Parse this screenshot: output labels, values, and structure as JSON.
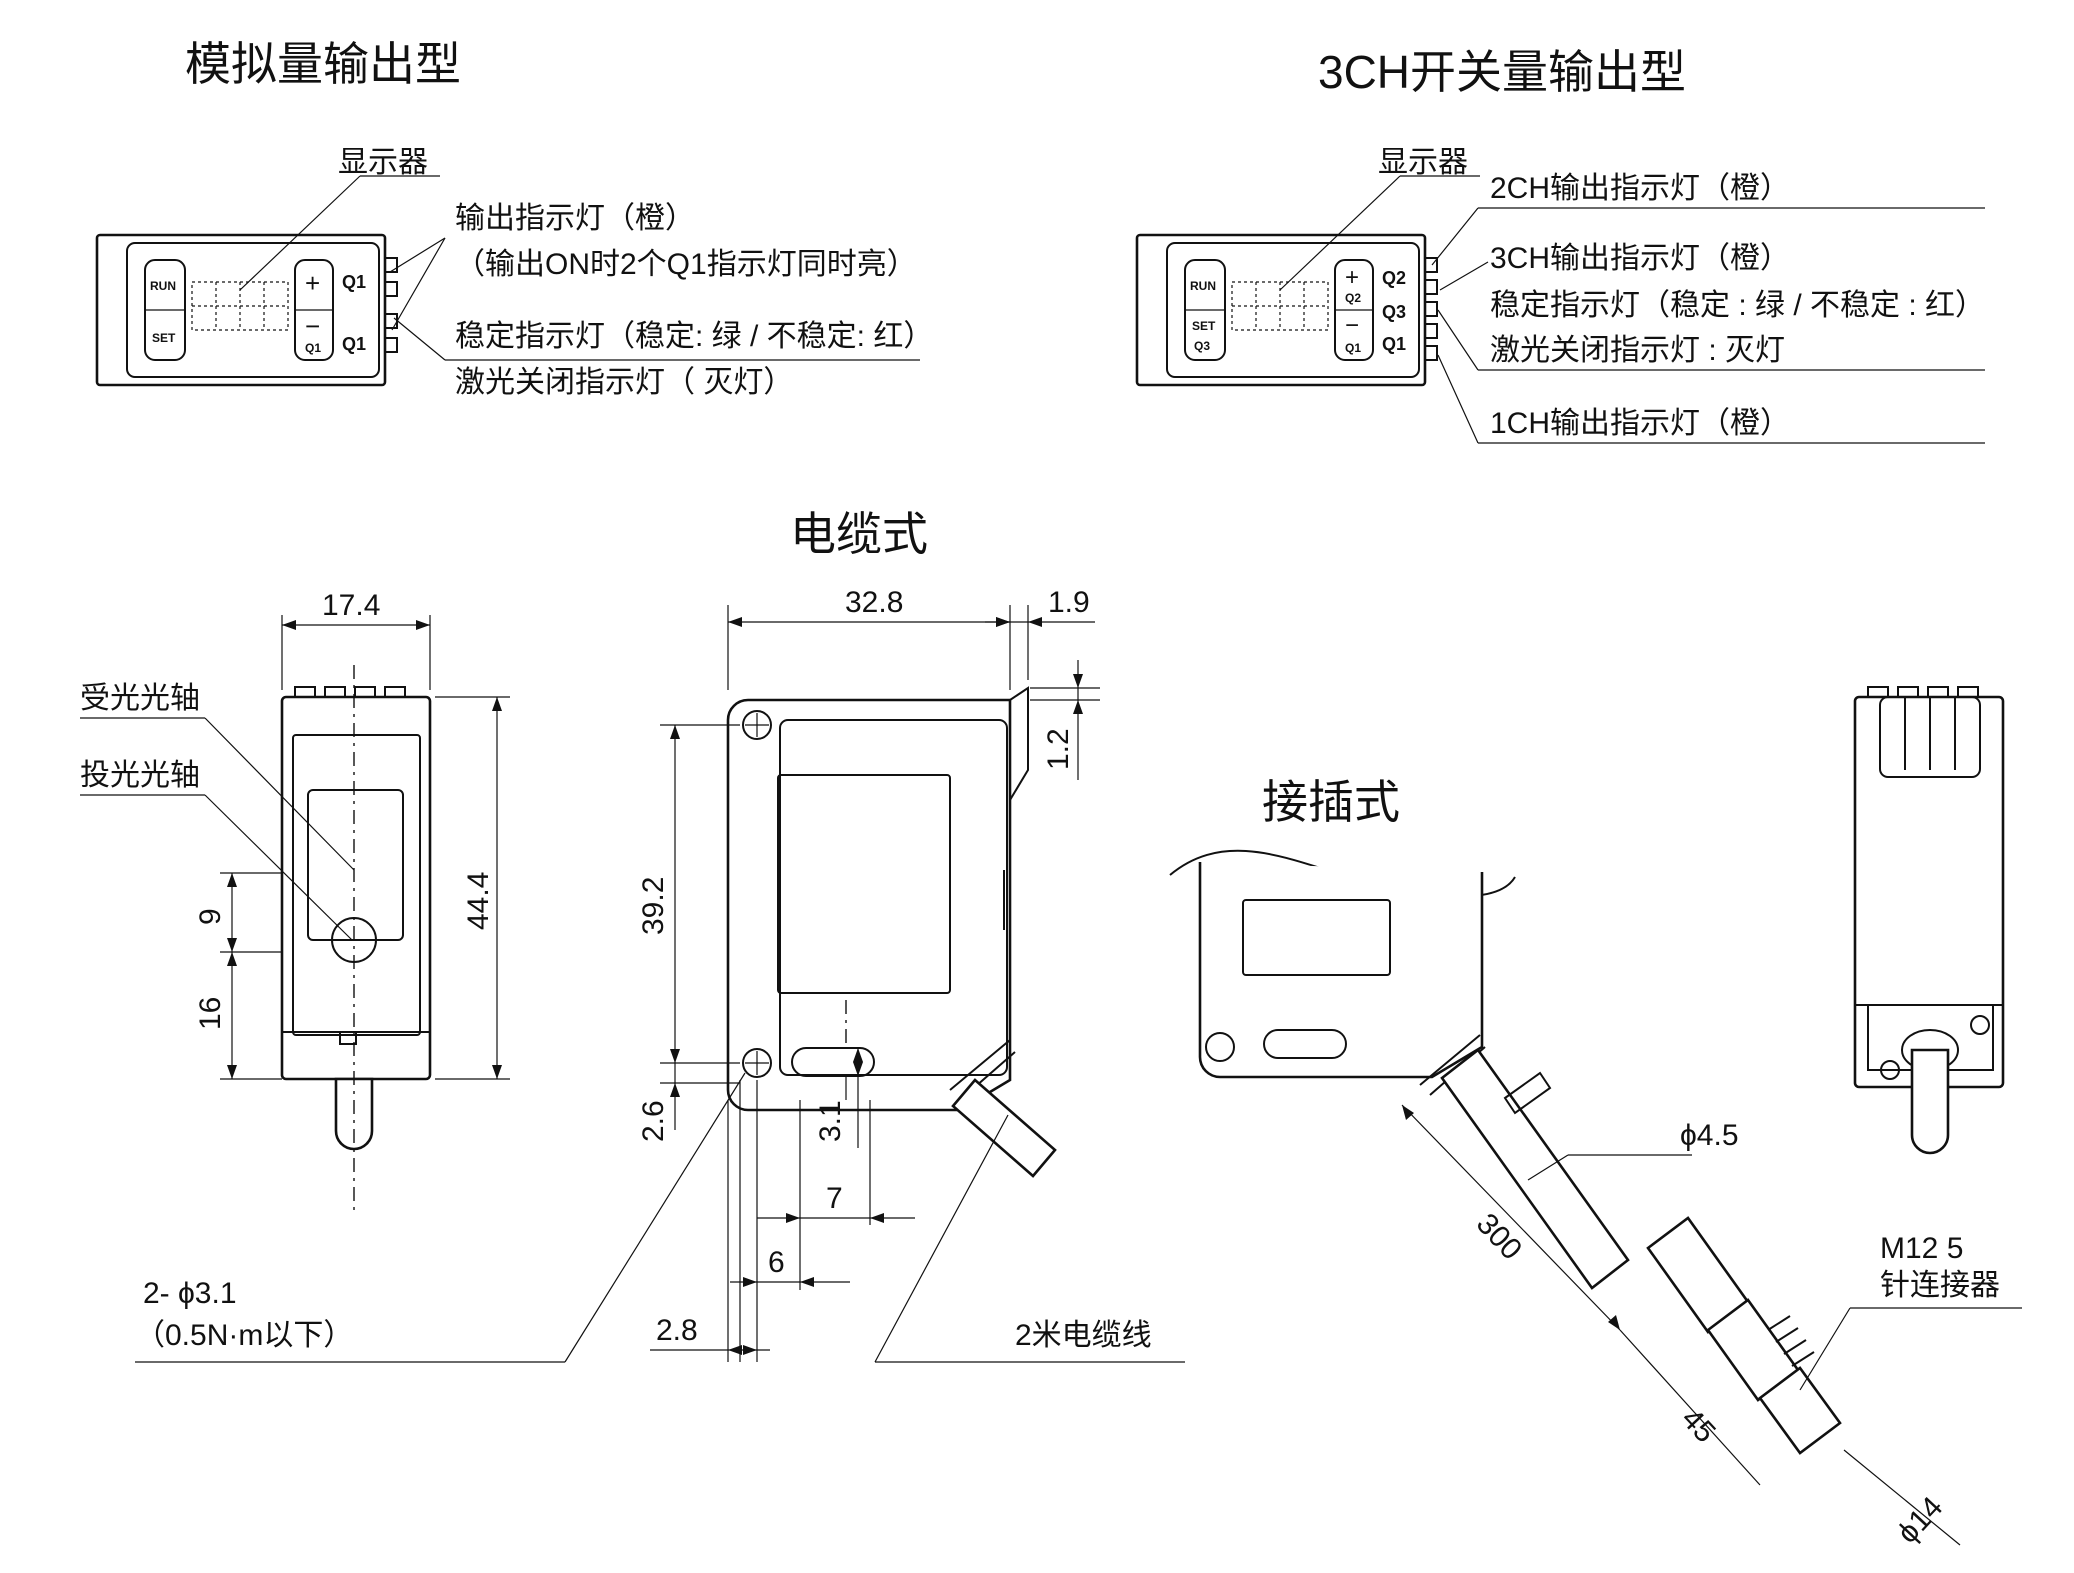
{
  "titles": {
    "analog": "模拟量输出型",
    "switch3ch": "3CH开关量输出型",
    "cable": "电缆式",
    "plug": "接插式"
  },
  "analog_panel": {
    "display": "显示器",
    "output_led_1": "输出指示灯（橙）",
    "output_led_2": "（输出ON时2个Q1指示灯同时亮）",
    "stable_led": "稳定指示灯（稳定: 绿 / 不稳定: 红）",
    "laser_off_led": "激光关闭指示灯（ 灭灯）",
    "btn_run": "RUN",
    "btn_set": "SET",
    "btn_plus": "+",
    "btn_minus": "−",
    "btn_q1": "Q1",
    "mark_q1_top": "Q1",
    "mark_q1_bottom": "Q1"
  },
  "switch_panel": {
    "display": "显示器",
    "ch2": "2CH输出指示灯（橙）",
    "ch3": "3CH输出指示灯（橙）",
    "stable_led": "稳定指示灯（稳定 : 绿 / 不稳定 : 红）",
    "laser_off_led": "激光关闭指示灯 : 灭灯",
    "ch1": "1CH输出指示灯（橙）",
    "btn_run": "RUN",
    "btn_set": "SET",
    "btn_q3": "Q3",
    "btn_plus": "+",
    "btn_q2": "Q2",
    "btn_minus": "−",
    "btn_q1": "Q1",
    "mark_q2": "Q2",
    "mark_q3": "Q3",
    "mark_q1": "Q1"
  },
  "side_view": {
    "dim_width": "17.4",
    "dim_height": "44.4",
    "dim_9": "9",
    "dim_16": "16",
    "rx_axis": "受光光轴",
    "tx_axis": "投光光轴"
  },
  "front_view": {
    "dim_width": "32.8",
    "dim_1_9": "1.9",
    "dim_1_2": "1.2",
    "dim_39_2": "39.2",
    "dim_2_6": "2.6",
    "dim_3_1": "3.1",
    "dim_7": "7",
    "dim_6": "6",
    "dim_2_8": "2.8",
    "hole_1": "2- ϕ3.1",
    "hole_2": "（0.5N·m以下）",
    "cable": "2米电缆线"
  },
  "plug_view": {
    "dim_phi45": "ϕ4.5",
    "dim_300": "300",
    "dim_45": "45",
    "dim_phi14": "ϕ14",
    "connector_1": "M12 5",
    "connector_2": "针连接器"
  }
}
